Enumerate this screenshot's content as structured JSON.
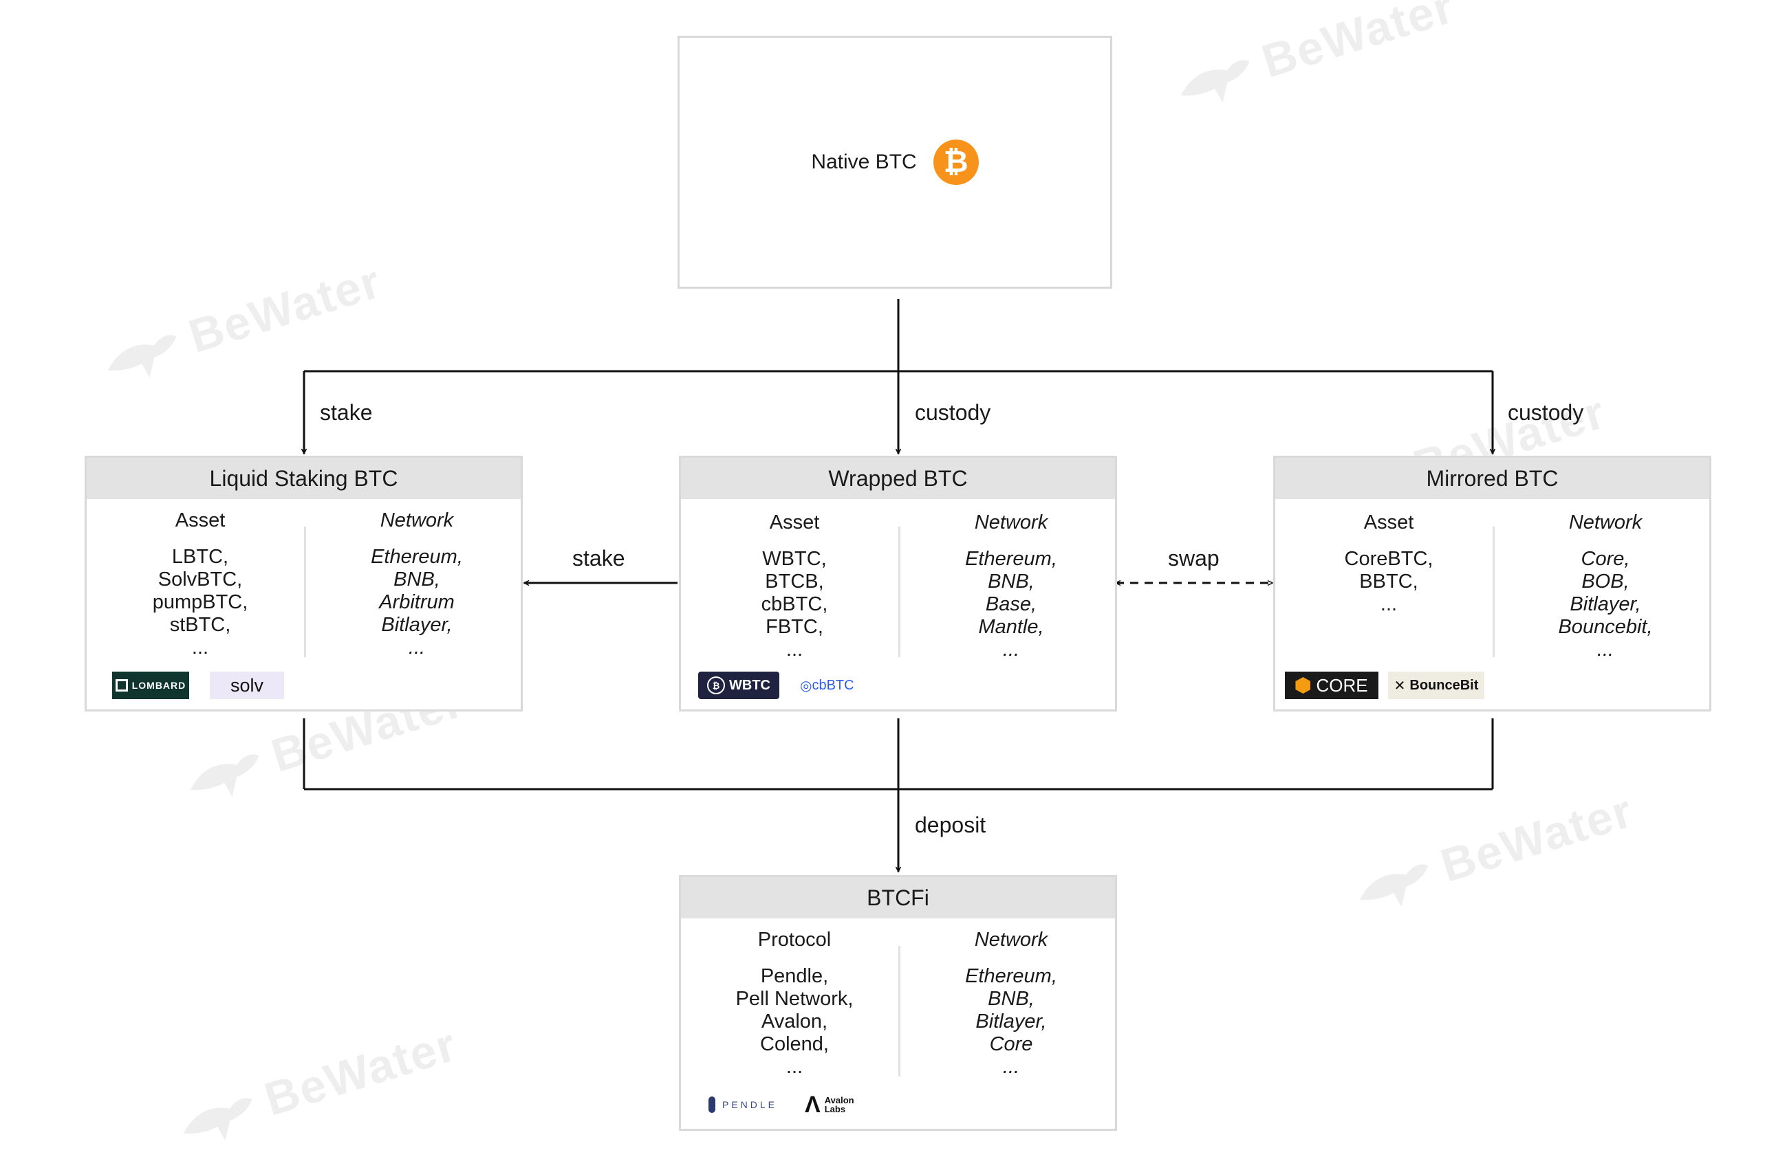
{
  "watermark": "BeWater",
  "root": {
    "label": "Native BTC",
    "icon": "bitcoin-icon",
    "icon_glyph": "₿"
  },
  "edges": {
    "stake_top": "stake",
    "custody_wrapped": "custody",
    "custody_mirrored": "custody",
    "stake_side": "stake",
    "swap": "swap",
    "deposit": "deposit"
  },
  "liquid_staking": {
    "title": "Liquid Staking BTC",
    "asset_title": "Asset",
    "assets": [
      "LBTC,",
      "SolvBTC,",
      "pumpBTC,",
      "stBTC,",
      "..."
    ],
    "network_title": "Network",
    "networks": [
      "Ethereum,",
      "BNB,",
      "Arbitrum",
      "Bitlayer,",
      "..."
    ],
    "logos": [
      "LOMBARD",
      "solv"
    ]
  },
  "wrapped": {
    "title": "Wrapped BTC",
    "asset_title": "Asset",
    "assets": [
      "WBTC,",
      "BTCB,",
      "cbBTC,",
      "FBTC,",
      "..."
    ],
    "network_title": "Network",
    "networks": [
      "Ethereum,",
      "BNB,",
      "Base,",
      "Mantle,",
      "..."
    ],
    "logos": [
      "WBTC",
      "cbBTC"
    ]
  },
  "mirrored": {
    "title": "Mirrored BTC",
    "asset_title": "Asset",
    "assets": [
      "CoreBTC,",
      "BBTC,",
      "..."
    ],
    "network_title": "Network",
    "networks": [
      "Core,",
      "BOB,",
      "Bitlayer,",
      "Bouncebit,",
      "..."
    ],
    "logos": [
      "CORE",
      "BounceBit"
    ]
  },
  "btcfi": {
    "title": "BTCFi",
    "protocol_title": "Protocol",
    "protocols": [
      "Pendle,",
      "Pell Network,",
      "Avalon,",
      "Colend,",
      "..."
    ],
    "network_title": "Network",
    "networks": [
      "Ethereum,",
      "BNB,",
      "Bitlayer,",
      "Core",
      "..."
    ],
    "logos": [
      "PENDLE",
      "Avalon",
      "Labs"
    ]
  },
  "colors": {
    "line": "#111111",
    "card_border": "#d9d9d9",
    "card_header": "#e3e3e3",
    "bitcoin": "#f7931a",
    "watermark": "#eeeeee"
  }
}
